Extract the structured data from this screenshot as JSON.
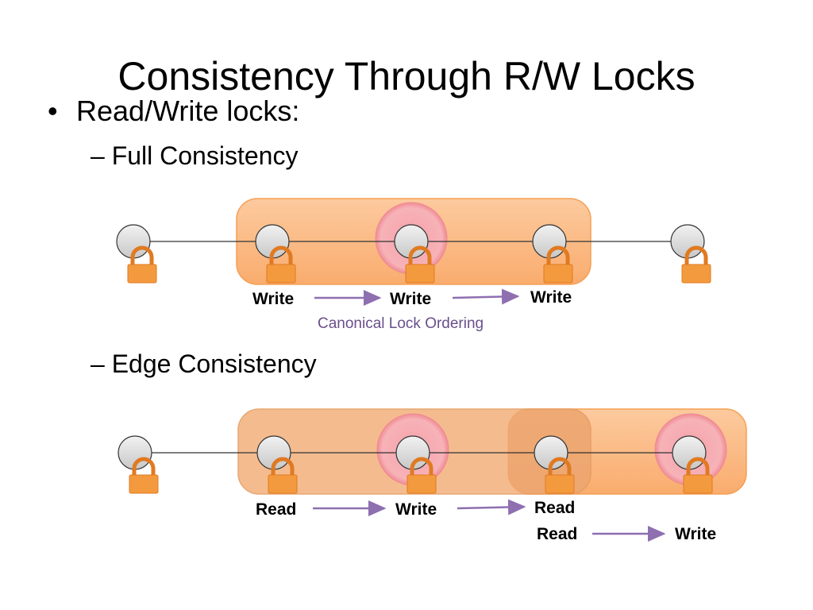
{
  "title": "Consistency Through R/W Locks",
  "bullet": {
    "marker": "•",
    "text": "Read/Write locks:"
  },
  "subitems": [
    {
      "dash": "–",
      "text": "Full Consistency"
    },
    {
      "dash": "–",
      "text": "Edge Consistency"
    }
  ],
  "full_consistency": {
    "labels": [
      "Write",
      "Write",
      "Write"
    ],
    "caption": "Canonical Lock Ordering"
  },
  "edge_consistency": {
    "labels_row1": [
      "Read",
      "Write",
      "Read"
    ],
    "labels_row2": [
      "Read",
      "Write"
    ]
  },
  "colors": {
    "region_fill": "#fbb57a",
    "region_stroke": "#f59a4a",
    "center_glow": "#f7a5aa",
    "node_fill": "#dedede",
    "lock": "#f08a2c",
    "arrow": "#8e6fb0"
  }
}
